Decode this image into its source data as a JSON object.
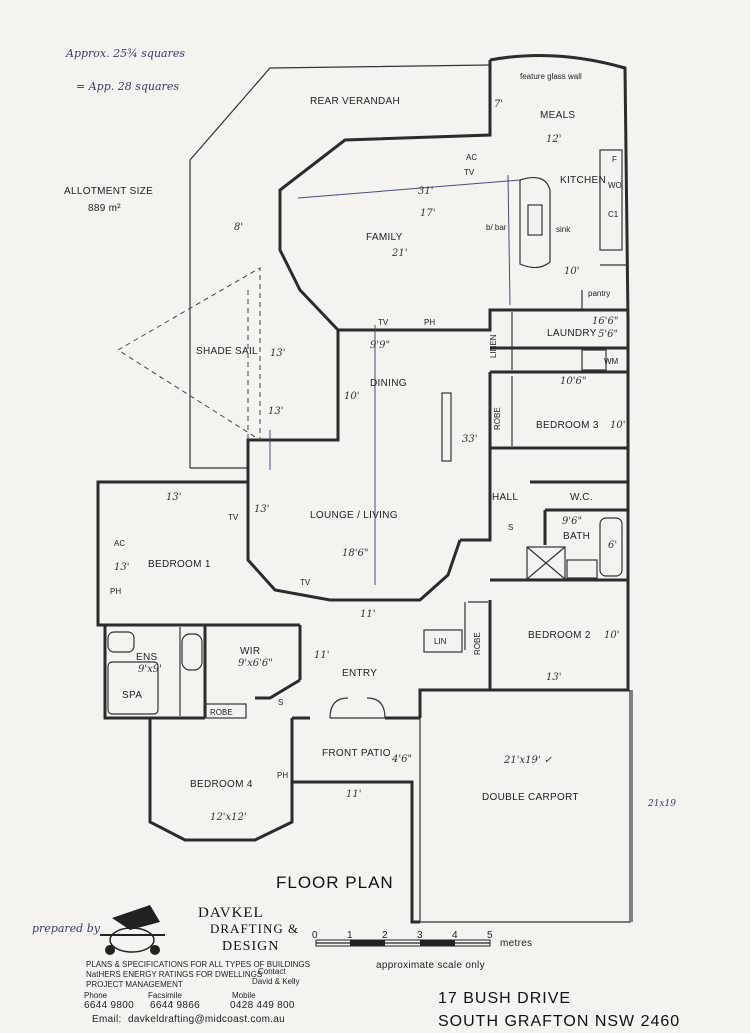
{
  "notes": {
    "area_line1": "Approx. 25¾ squares",
    "area_line2": "= App. 28 squares",
    "allotment_label": "ALLOTMENT SIZE",
    "allotment_value": "889 m²"
  },
  "rooms": {
    "rear_verandah": "REAR VERANDAH",
    "feature_glass_wall": "feature glass wall",
    "meals": "MEALS",
    "kitchen": "KITCHEN",
    "family": "FAMILY",
    "shade_sail": "SHADE SAIL",
    "dining": "DINING",
    "laundry": "LAUNDRY",
    "linen": "LINEN",
    "bedroom3": "BEDROOM 3",
    "robe": "ROBE",
    "hall": "HALL",
    "wc": "W.C.",
    "bath": "BATH",
    "lounge": "LOUNGE / LIVING",
    "bedroom1": "BEDROOM 1",
    "ens": "ENS",
    "wir": "WIR",
    "spa": "SPA",
    "entry": "ENTRY",
    "lin": "LIN",
    "bedroom2": "BEDROOM 2",
    "front_patio": "FRONT PATIO",
    "bedroom4": "BEDROOM 4",
    "double_carport": "DOUBLE CARPORT",
    "pantry": "pantry",
    "bbar": "b/ bar",
    "sink": "sink",
    "ac": "AC",
    "tv": "TV",
    "ph": "PH",
    "wm": "WM",
    "f": "F",
    "wo": "WO",
    "c1": "C1",
    "s": "S"
  },
  "dimensions": {
    "meals_w": "12'",
    "verandah": "7'",
    "v31": "31'",
    "v17": "17'",
    "family_w": "21'",
    "v8": "8'",
    "kitchen_w": "10'",
    "v13a": "13'",
    "v13b": "13'",
    "dining_w": "9'9\"",
    "dining_h": "10'",
    "laundry_a": "16'6\"",
    "laundry_w": "5'6\"",
    "bed3_w": "10'6\"",
    "bed3_h": "10'",
    "v33": "33'",
    "bed1_top": "13'",
    "bed1_l": "13'",
    "bed1_r": "13'",
    "lounge_w": "18'6\"",
    "bath_w": "9'6\"",
    "bath_h": "6'",
    "entry_w": "11'",
    "entry_h": "11'",
    "ens": "9'x9'",
    "wir": "9'x6'6\"",
    "bed2_h": "10'",
    "bed2_w": "13'",
    "patio_h": "4'6\"",
    "patio_w": "11'",
    "carport": "21'x19' ✓",
    "bed4": "12'x12'",
    "side_note": "21x19"
  },
  "title": {
    "plan_title": "FLOOR PLAN",
    "address_line1": "17 BUSH DRIVE",
    "address_line2": "SOUTH GRAFTON NSW 2460"
  },
  "scale": {
    "ticks": [
      "0",
      "1",
      "2",
      "3",
      "4",
      "5"
    ],
    "units": "metres",
    "caption": "approximate scale only"
  },
  "company": {
    "prepared_by": "prepared by",
    "name_line1": "DAVKEL",
    "name_line2": "DRAFTING &",
    "name_line3": "DESIGN",
    "bullet1": "PLANS & SPECIFICATIONS FOR ALL TYPES OF BUILDINGS",
    "bullet2": "NatHERS ENERGY RATINGS FOR DWELLINGS",
    "bullet3": "PROJECT MANAGEMENT",
    "contact_label": "Contact",
    "contact_names": "David & Kelly",
    "phone_label": "Phone",
    "phone": "6644 9800",
    "fax_label": "Facsimile",
    "fax": "6644 9866",
    "mobile_label": "Mobile",
    "mobile": "0428 449 800",
    "email_label": "Email:",
    "email": "davkeldrafting@midcoast.com.au"
  }
}
